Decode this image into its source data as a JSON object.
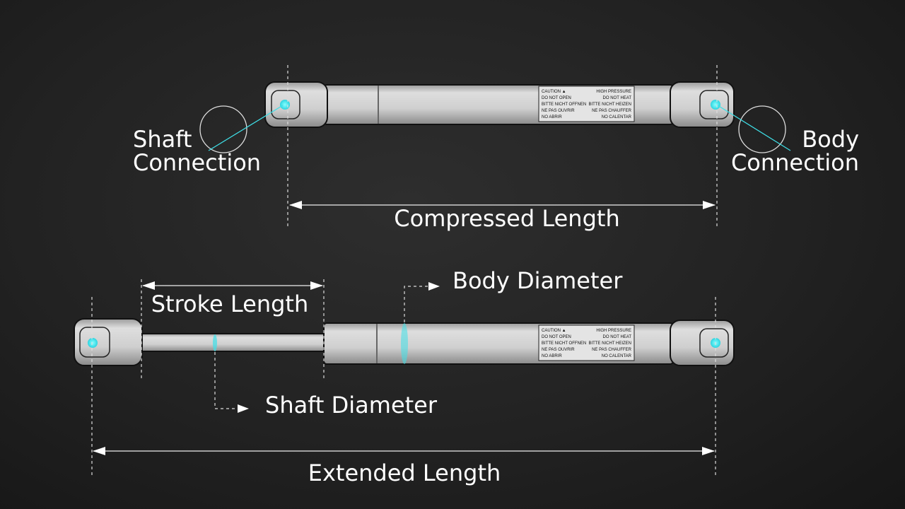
{
  "labels": {
    "shaft_connection": [
      "Shaft",
      "Connection"
    ],
    "body_connection": [
      "Body",
      "Connection"
    ],
    "compressed_length": "Compressed Length",
    "stroke_length": "Stroke Length",
    "body_diameter": "Body Diameter",
    "shaft_diameter": "Shaft Diameter",
    "extended_length": "Extended Length"
  },
  "caution_label": {
    "left": [
      "CAUTION ▲",
      "DO NOT OPEN",
      "BITTE NICHT OFFNEN",
      "NE PAS OUVRIR",
      "NO ABRIR"
    ],
    "right": [
      "HIGH PRESSURE",
      "DO NOT HEAT",
      "BITTE NICHT HEIZEN",
      "NE PAS CHAUFFER",
      "NO CALENTAR"
    ]
  },
  "colors": {
    "accent": "#3fe0e8",
    "metal": "#c9c9c9",
    "background": "#222222"
  }
}
